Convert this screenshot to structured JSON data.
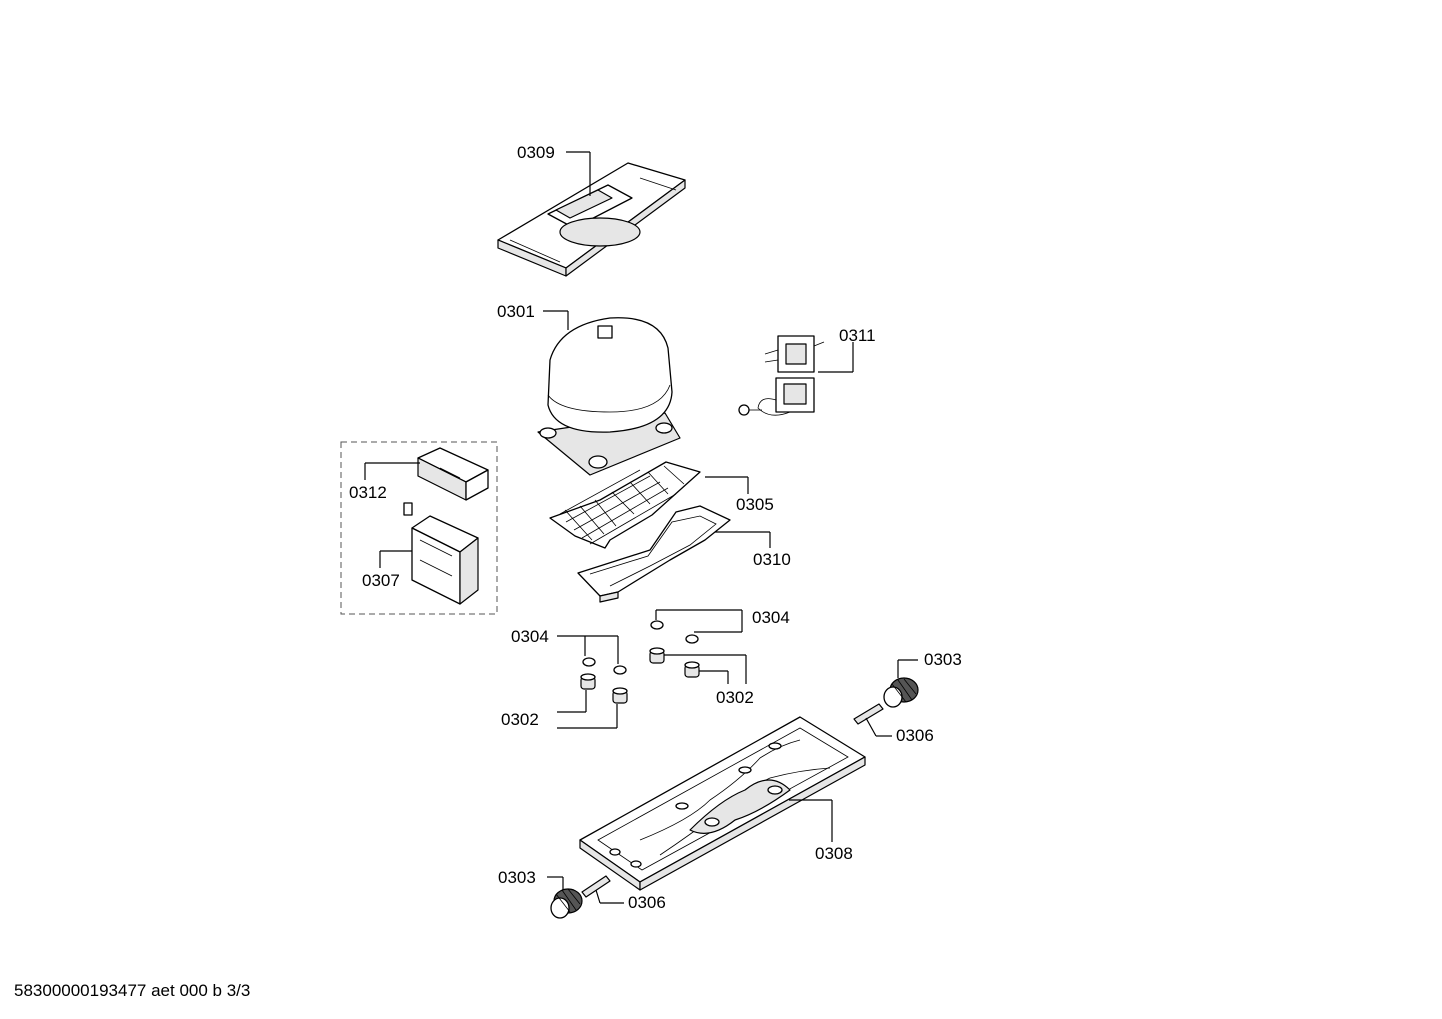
{
  "labels": {
    "l0309": "0309",
    "l0301": "0301",
    "l0311": "0311",
    "l0312": "0312",
    "l0305": "0305",
    "l0310": "0310",
    "l0307": "0307",
    "l0304a": "0304",
    "l0304b": "0304",
    "l0302a": "0302",
    "l0302b": "0302",
    "l0303a": "0303",
    "l0306a": "0306",
    "l0308": "0308",
    "l0303b": "0303",
    "l0306b": "0306"
  },
  "footer": {
    "document_id": "58300000193477 aet 000 b 3/3"
  }
}
